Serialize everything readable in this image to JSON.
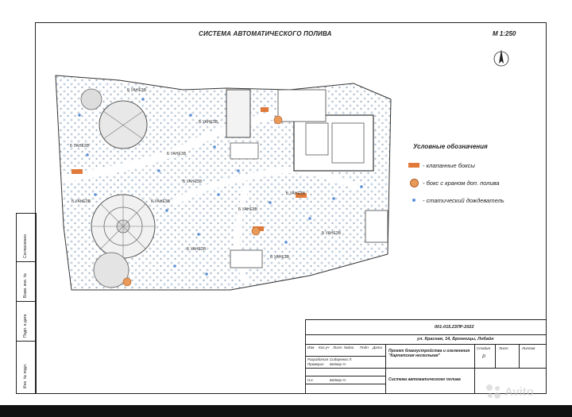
{
  "drawing": {
    "title": "СИСТЕМА АВТОМАТИЧЕСКОГО ПОЛИВА",
    "scale": "М 1:250",
    "plant_label": "Б УАНЕЗВ"
  },
  "legend": {
    "title": "Условные обозначения",
    "items": [
      {
        "label": "- клапанные боксы",
        "color": "#e07a3a"
      },
      {
        "label": "- бокс с краном доп. полива",
        "color": "#e89a5a"
      },
      {
        "label": "- статический дождеватель",
        "color": "#5b8fd6"
      }
    ]
  },
  "stamp": {
    "code": "001-015.23ПР-2022",
    "address": "ул. Красная, 14, Бронницы, Лобайн",
    "project": "Проект благоустройства и озеленения \"Карпатская несколькая\"",
    "sheet_title": "Система автоматического полива",
    "columns": [
      "Изм.",
      "Кол.уч",
      "Лист",
      "№док.",
      "Подп.",
      "Дата"
    ],
    "rows": [
      {
        "role": "Разработал",
        "name": "Сидоренко Л."
      },
      {
        "role": "Проверил",
        "name": "Бейкер Н."
      },
      {
        "role": "Н.к.",
        "name": "Бейкер Н."
      }
    ],
    "stage_header": "Стадия",
    "sheet_header": "Лист",
    "sheets_header": "Листов",
    "stage_value": "Р"
  },
  "sidebar_labels": [
    "Взам. инв. №",
    "Подп. и дата",
    "Инв. № подл.",
    "Согласовано"
  ],
  "watermark": "Avito"
}
